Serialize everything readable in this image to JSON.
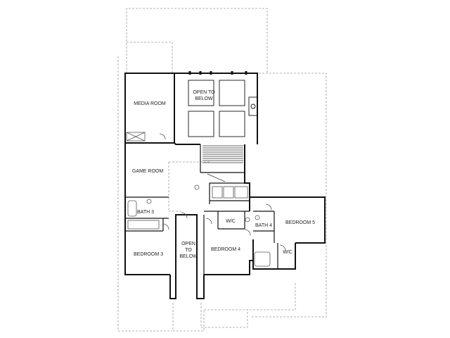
{
  "plan": {
    "rooms": {
      "media_room": "MEDIA ROOM",
      "open_upper_1": "OPEN TO",
      "open_upper_2": "BELOW",
      "game_room": "GAME ROOM",
      "bath3": "BATH 3",
      "bedroom3": "BEDROOM 3",
      "open_lower_1": "OPEN",
      "open_lower_2": "TO",
      "open_lower_3": "BELOW",
      "bedroom4": "BEDROOM 4",
      "wic_1": "W/C",
      "bath4": "BATH 4",
      "bedroom5": "BEDROOM 5",
      "wic_2": "W/C"
    },
    "colors": {
      "wall": "#111111",
      "outline": "#9a9a9a",
      "fixture": "#555555",
      "background": "#ffffff"
    }
  }
}
